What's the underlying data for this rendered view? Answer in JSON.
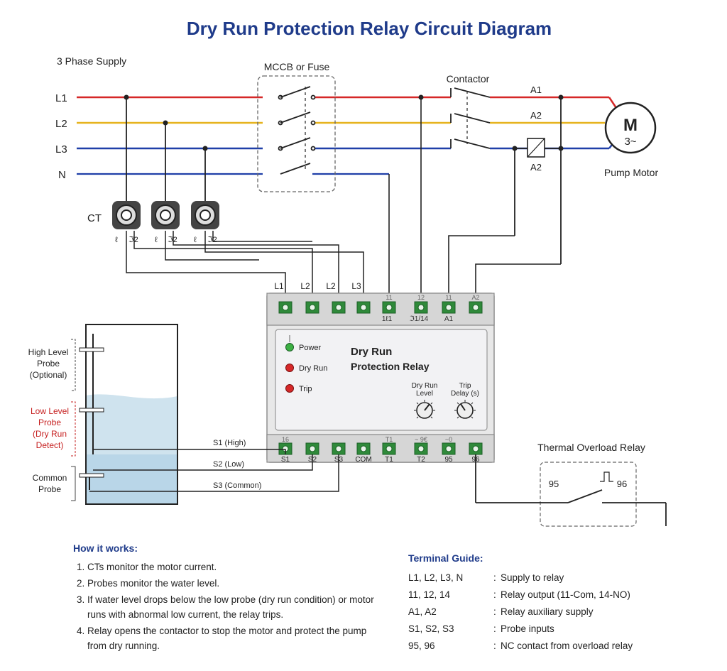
{
  "title": "Dry Run Protection Relay Circuit Diagram",
  "supply": {
    "label": "3 Phase Supply",
    "lines": [
      {
        "label": "L1",
        "color": "#d62828"
      },
      {
        "label": "L2",
        "color": "#e6b31e"
      },
      {
        "label": "L3",
        "color": "#1f3fa8"
      },
      {
        "label": "N",
        "color": "#1f3fa8"
      }
    ]
  },
  "mccb_label": "MCCB or Fuse",
  "contactor_label": "Contactor",
  "motor": {
    "symbol": "M",
    "phase": "3~",
    "label": "Pump Motor"
  },
  "coil_labels": {
    "a1": "A1",
    "a2_top": "A2",
    "a2_bottom": "A2"
  },
  "ct": {
    "label": "CT",
    "terminals": [
      "ℓ",
      "ℑ2"
    ]
  },
  "relay": {
    "title_line1": "Dry Run",
    "title_line2": "Protection Relay",
    "leds": [
      {
        "label": "Power",
        "color": "#3cb043"
      },
      {
        "label": "Dry Run",
        "color": "#d62828"
      },
      {
        "label": "Trip",
        "color": "#d62828"
      }
    ],
    "knobs": [
      {
        "label_line1": "Dry Run",
        "label_line2": "Level"
      },
      {
        "label_line1": "Trip",
        "label_line2": "Delay (s)"
      }
    ],
    "top_terminal_labels": [
      "L1",
      "L2",
      "L2",
      "L3"
    ],
    "top_marks": [
      "11",
      "12",
      "11",
      "A2"
    ],
    "top_inner_labels": [
      "1ℓ1",
      "ℑ1/14",
      "A1"
    ],
    "bottom_marks": [
      "16",
      "T1",
      "~ 9€",
      "~0"
    ],
    "bottom_terminal_labels": [
      "S1",
      "S2",
      "S3",
      "COM",
      "T1",
      "T2",
      "95",
      "96"
    ]
  },
  "tank": {
    "probe_high": [
      "High Level",
      "Probe",
      "(Optional)"
    ],
    "probe_low": [
      "Low Level",
      "Probe",
      "(Dry Run",
      "Detect)"
    ],
    "probe_common": [
      "Common",
      "Probe"
    ],
    "wire_labels": [
      "S1 (High)",
      "S2 (Low)",
      "S3 (Common)"
    ]
  },
  "overload": {
    "label": "Thermal Overload Relay",
    "t95": "95",
    "t96": "96"
  },
  "how_it_works": {
    "title": "How it works:",
    "steps": [
      "CTs monitor the motor current.",
      "Probes monitor the water level.",
      "If water level drops below the low probe (dry run condition) or motor runs with abnormal low current, the relay trips.",
      "Relay opens the contactor to stop the motor and protect the pump from dry running."
    ]
  },
  "terminal_guide": {
    "title": "Terminal Guide:",
    "rows": [
      {
        "term": "L1, L2, L3, N",
        "desc": "Supply to relay"
      },
      {
        "term": "11, 12, 14",
        "desc": "Relay output (11-Com, 14-NO)"
      },
      {
        "term": "A1, A2",
        "desc": "Relay auxiliary supply"
      },
      {
        "term": "S1, S2, S3",
        "desc": "Probe inputs"
      },
      {
        "term": "95, 96",
        "desc": "NC contact from overload relay"
      }
    ]
  }
}
